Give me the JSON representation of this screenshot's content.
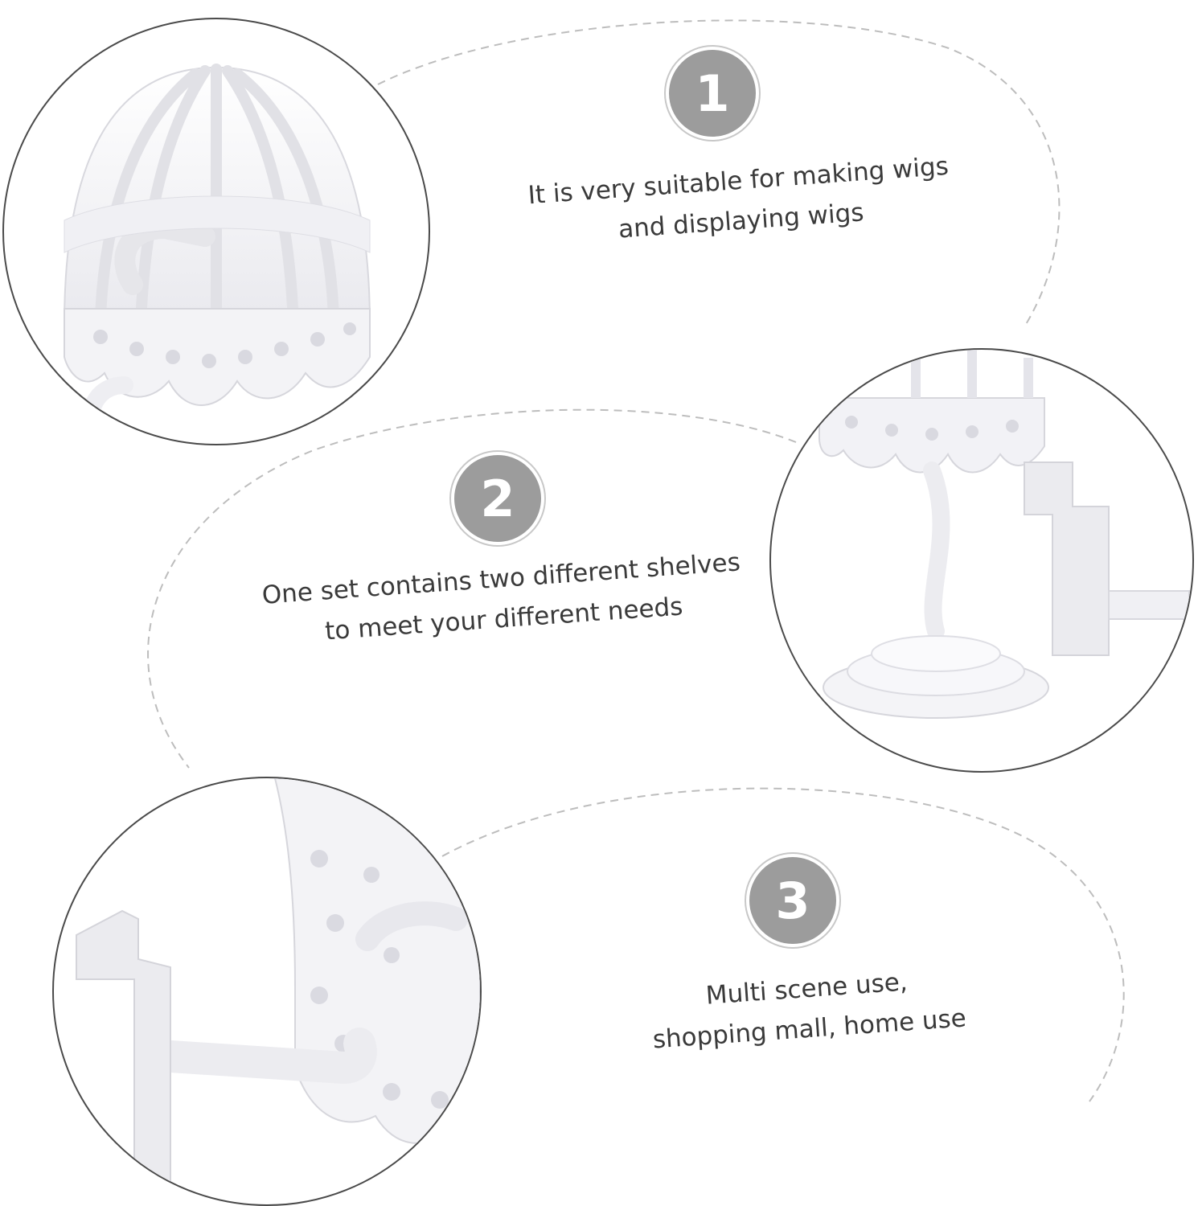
{
  "features": [
    {
      "number": "1",
      "lines": [
        "It is very suitable for making wigs",
        "and displaying wigs"
      ],
      "image": "wig-stand-dome-closeup"
    },
    {
      "number": "2",
      "lines": [
        "One set contains two different shelves",
        "to meet your different needs"
      ],
      "image": "wig-stand-base-and-wall-hook"
    },
    {
      "number": "3",
      "lines": [
        "Multi scene use,",
        "shopping mall, home use"
      ],
      "image": "wall-mounted-wig-hook"
    }
  ],
  "colors": {
    "badge": "#9c9c9c",
    "text": "#3a3a3a",
    "photo_border": "#4a4a4a",
    "dashes": "#bdbdbd"
  }
}
